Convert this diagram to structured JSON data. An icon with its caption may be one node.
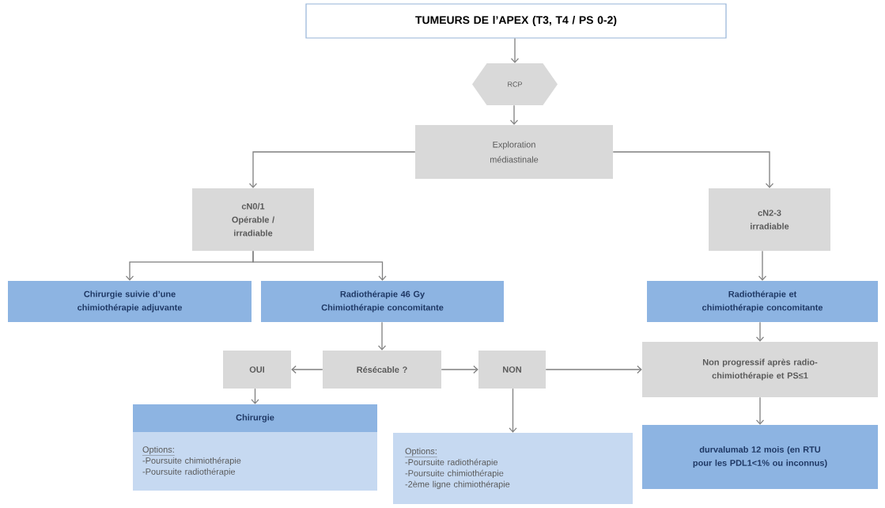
{
  "diagram": {
    "nodes": [
      {
        "text": [
          "TUMEURS DE l’APEX (T3, T4 / PS 0-2)"
        ]
      },
      {
        "text": [
          "RCP"
        ]
      },
      {
        "text": [
          "Exploration médiastinale"
        ]
      },
      {
        "text": [
          "cN0/1",
          "Opérable / irradiable"
        ]
      },
      {
        "text": [
          "cN2-3",
          "irradiable"
        ]
      },
      {
        "text": [
          "Chirurgie suivie d’une chimiothérapie adjuvante"
        ]
      },
      {
        "text": [
          "Radiothérapie 46 Gy",
          "Chimiothérapie concomitante"
        ]
      },
      {
        "text": [
          "Radiothérapie et chimiothérapie concomitante"
        ]
      },
      {
        "text": [
          "Résécable ?"
        ]
      },
      {
        "text": [
          "OUI"
        ]
      },
      {
        "text": [
          "NON"
        ]
      },
      {
        "text": [
          "Non progressif après radio-chimiothérapie et PS≤1"
        ]
      },
      {
        "text": [
          "Chirurgie"
        ]
      },
      {
        "text": [
          "Options:",
          "-Poursuite chimiothérapie",
          "-Poursuite radiothérapie"
        ]
      },
      {
        "text": [
          "Options:",
          "-Poursuite radiothérapie",
          "-Poursuite chimiothérapie",
          "-2ème ligne chimiothérapie"
        ]
      },
      {
        "text": [
          "durvalumab 12 mois (en RTU pour les PDL1<1% ou inconnus)"
        ]
      }
    ],
    "edges": [
      {
        "from": 0,
        "to": 1,
        "arrow": "to"
      },
      {
        "from": 1,
        "to": 2,
        "arrow": "to"
      },
      {
        "from": 2,
        "to": 3,
        "arrow": "to"
      },
      {
        "from": 2,
        "to": 4,
        "arrow": "to"
      },
      {
        "from": 3,
        "to": 5,
        "arrow": "to"
      },
      {
        "from": 3,
        "to": 6,
        "arrow": "to"
      },
      {
        "from": 4,
        "to": 7,
        "arrow": "to"
      },
      {
        "from": 6,
        "to": 8,
        "arrow": "to"
      },
      {
        "from": 8,
        "to": 9,
        "arrow": "to"
      },
      {
        "from": 8,
        "to": 10,
        "arrow": "to"
      },
      {
        "from": 9,
        "to": 12,
        "arrow": "to"
      },
      {
        "from": 10,
        "to": 14,
        "arrow": "to"
      },
      {
        "from": 10,
        "to": 11,
        "arrow": "to"
      },
      {
        "from": 7,
        "to": 11,
        "arrow": "to"
      },
      {
        "from": 11,
        "to": 15,
        "arrow": "to"
      }
    ]
  }
}
